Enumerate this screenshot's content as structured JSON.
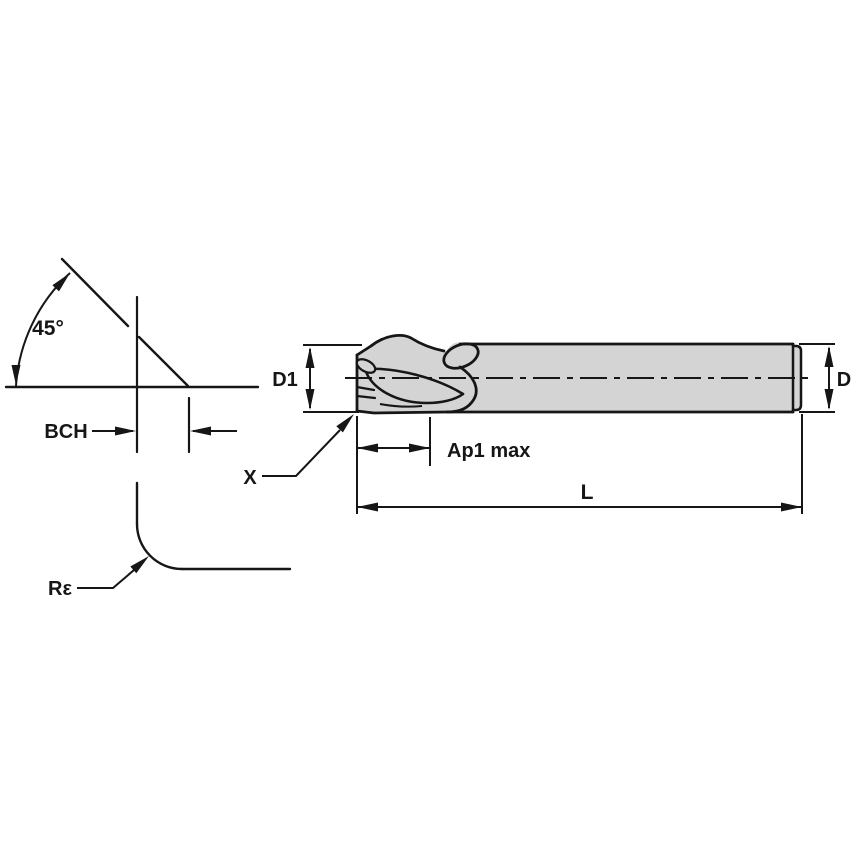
{
  "diagram": {
    "labels": {
      "angle": "45°",
      "bch": "BCH",
      "d1": "D1",
      "x": "X",
      "ap1_max": "Ap1 max",
      "length": "L",
      "d": "D",
      "corner_radius": "Rε"
    },
    "colors": {
      "background": "#ffffff",
      "tool_fill": "#d4d4d4",
      "line": "#161616"
    }
  }
}
